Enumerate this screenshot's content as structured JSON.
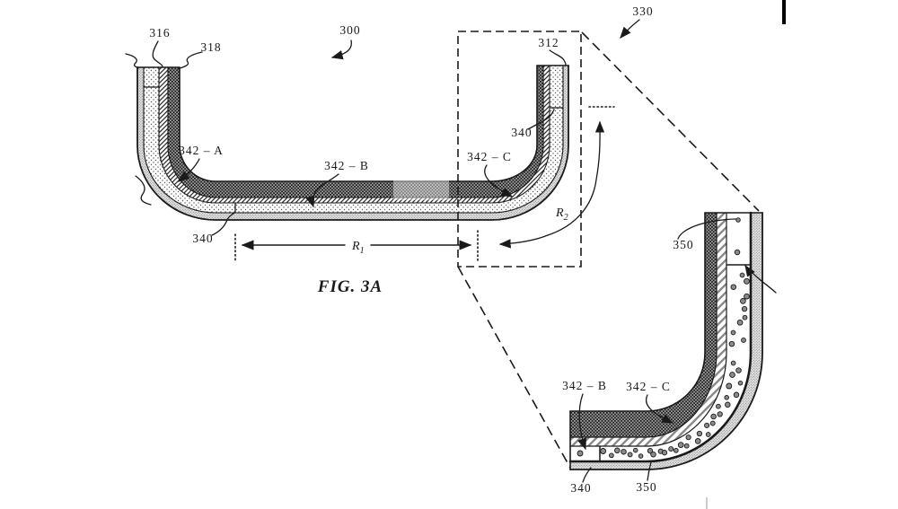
{
  "figure_caption": "FIG. 3A",
  "main_view": {
    "ref_300": "300",
    "ref_330": "330",
    "ref_316": "316",
    "ref_318": "318",
    "ref_312": "312",
    "ref_340_left": "340",
    "ref_340_right": "340",
    "ref_342_a": "342 – A",
    "ref_342_b": "342 – B",
    "ref_342_c": "342 – C",
    "radius_1": {
      "base": "R",
      "sub": "1"
    },
    "radius_2": {
      "base": "R",
      "sub": "2"
    }
  },
  "detail_view": {
    "ref_350_top": "350",
    "ref_342_b": "342 – B",
    "ref_342_c": "342 – C",
    "ref_340": "340",
    "ref_350_bottom": "350"
  },
  "colors": {
    "line": "#1a1a1a",
    "checker_dark": "#1e1e1e",
    "checker_light": "#a0a0a0",
    "hatch_dark": "#2f2f2f",
    "hatch_light": "#8a8a8a",
    "stipple_bg": "#e3e3e3",
    "stipple_dot": "#8a8a8a",
    "particle": "#8b8b8b",
    "background": "#ffffff"
  }
}
